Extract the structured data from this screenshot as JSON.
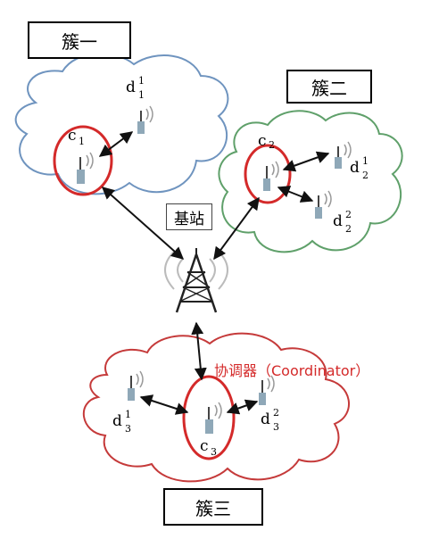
{
  "clusters": [
    {
      "label": "簇一",
      "coordinator": {
        "letter": "c",
        "sub": "1"
      },
      "devices": [
        {
          "letter": "d",
          "sup": "1",
          "sub": "1"
        }
      ]
    },
    {
      "label": "簇二",
      "coordinator": {
        "letter": "c",
        "sub": "2"
      },
      "devices": [
        {
          "letter": "d",
          "sup": "1",
          "sub": "2"
        },
        {
          "letter": "d",
          "sup": "2",
          "sub": "2"
        }
      ]
    },
    {
      "label": "簇三",
      "coordinator": {
        "letter": "c",
        "sub": "3"
      },
      "devices": [
        {
          "letter": "d",
          "sup": "1",
          "sub": "3"
        },
        {
          "letter": "d",
          "sup": "2",
          "sub": "3"
        }
      ]
    }
  ],
  "base_station": {
    "label": "基站"
  },
  "coordinator_label": "协调器（Coordinator）",
  "colors": {
    "cloud1": "#6f94bf",
    "cloud2": "#5fa06a",
    "cloud3": "#c53a3a",
    "highlight": "#d42a2a",
    "arrow": "#111111",
    "device": "#8fa8b8"
  }
}
